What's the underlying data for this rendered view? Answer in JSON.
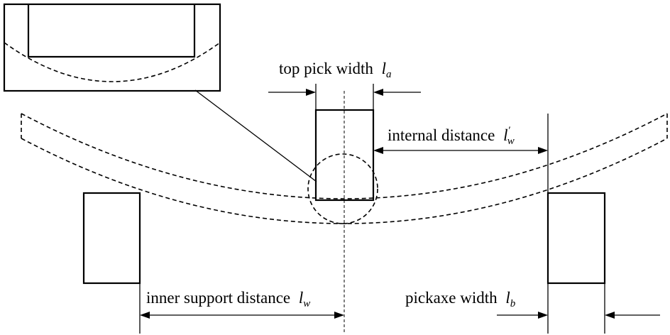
{
  "labels": {
    "top_pick_width": {
      "text": "top pick width",
      "symbol": "l",
      "sub": "a"
    },
    "internal_distance": {
      "text": "internal distance",
      "symbol": "l",
      "sup": "′",
      "sub": "w"
    },
    "inner_support_distance": {
      "text": "inner support distance",
      "symbol": "l",
      "sub": "w"
    },
    "pickaxe_width": {
      "text": "pickaxe width",
      "symbol": "l",
      "sub": "b"
    }
  },
  "colors": {
    "line": "#000000",
    "background": "#ffffff"
  }
}
